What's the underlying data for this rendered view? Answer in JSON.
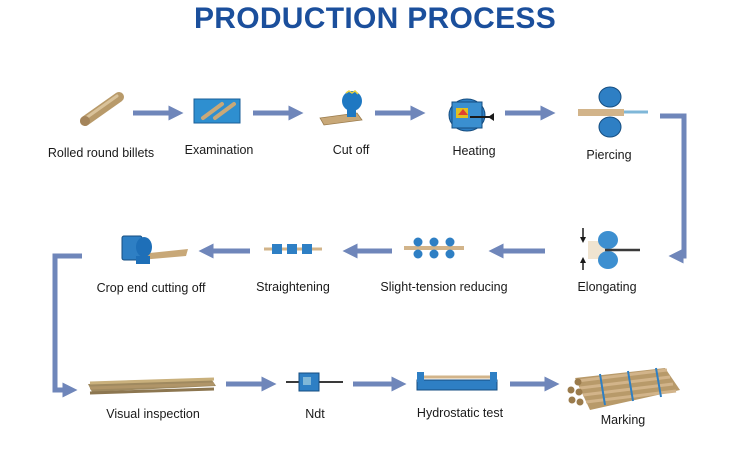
{
  "title": "PRODUCTION PROCESS",
  "steps": [
    {
      "label": "Rolled round billets",
      "icon": "billet-icon"
    },
    {
      "label": "Examination",
      "icon": "examination-icon"
    },
    {
      "label": "Cut off",
      "icon": "saw-icon"
    },
    {
      "label": "Heating",
      "icon": "furnace-icon"
    },
    {
      "label": "Piercing",
      "icon": "piercing-mill-icon"
    },
    {
      "label": "Elongating",
      "icon": "elongating-mill-icon"
    },
    {
      "label": "Slight-tension reducing",
      "icon": "reducing-mill-icon"
    },
    {
      "label": "Straightening",
      "icon": "straightener-icon"
    },
    {
      "label": "Crop end cutting off",
      "icon": "crop-cutter-icon"
    },
    {
      "label": "Visual inspection",
      "icon": "pipe-rack-icon"
    },
    {
      "label": "Ndt",
      "icon": "ndt-tester-icon"
    },
    {
      "label": "Hydrostatic test",
      "icon": "hydro-tester-icon"
    },
    {
      "label": "Marking",
      "icon": "pipe-bundle-icon"
    }
  ],
  "colors": {
    "title": "#1b4f9c",
    "arrow": "#6f86ba",
    "equipment": "#2e7fc4",
    "pipe": "#c8a878"
  }
}
